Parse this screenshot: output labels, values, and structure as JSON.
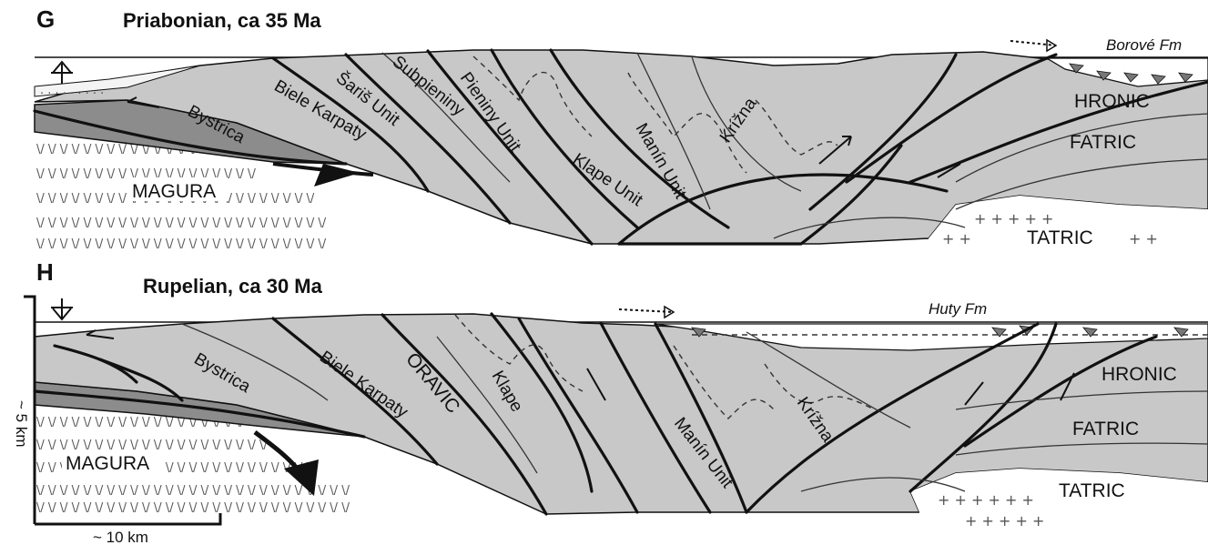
{
  "panels": {
    "g": {
      "letter": "G",
      "title": "Priabonian, ca 35 Ma",
      "formation": "Borové Fm",
      "labels": {
        "bystrica": "Bystrica",
        "biele_karpaty": "Biele Karpaty",
        "saris": "Šariš Unit",
        "subpieniny": "Subpieniny",
        "pieniny": "Pieniny Unit",
        "klape": "Klape Unit",
        "manin": "Manín Unit",
        "krizna": "Krížna",
        "hronic": "HRONIC",
        "fatric": "FATRIC",
        "tatric": "TATRIC",
        "magura": "MAGURA"
      }
    },
    "h": {
      "letter": "H",
      "title": "Rupelian, ca 30 Ma",
      "formation": "Huty Fm",
      "labels": {
        "bystrica": "Bystrica",
        "biele_karpaty": "Biele Karpaty",
        "oravic": "ORAVIC",
        "klape": "Klape",
        "manin": "Manín Unit",
        "krizna": "Krížna",
        "hronic": "HRONIC",
        "fatric": "FATRIC",
        "tatric": "TATRIC",
        "magura": "MAGURA"
      }
    }
  },
  "scale": {
    "vertical": "~ 5 km",
    "horizontal": "~ 10 km"
  },
  "colors": {
    "unit_fill": "#c8c8c8",
    "dark_unit": "#8c8c8c",
    "line": "#111111"
  },
  "icons": {
    "uplift": "up-arrow-icon",
    "subsidence": "down-arrow-icon"
  }
}
